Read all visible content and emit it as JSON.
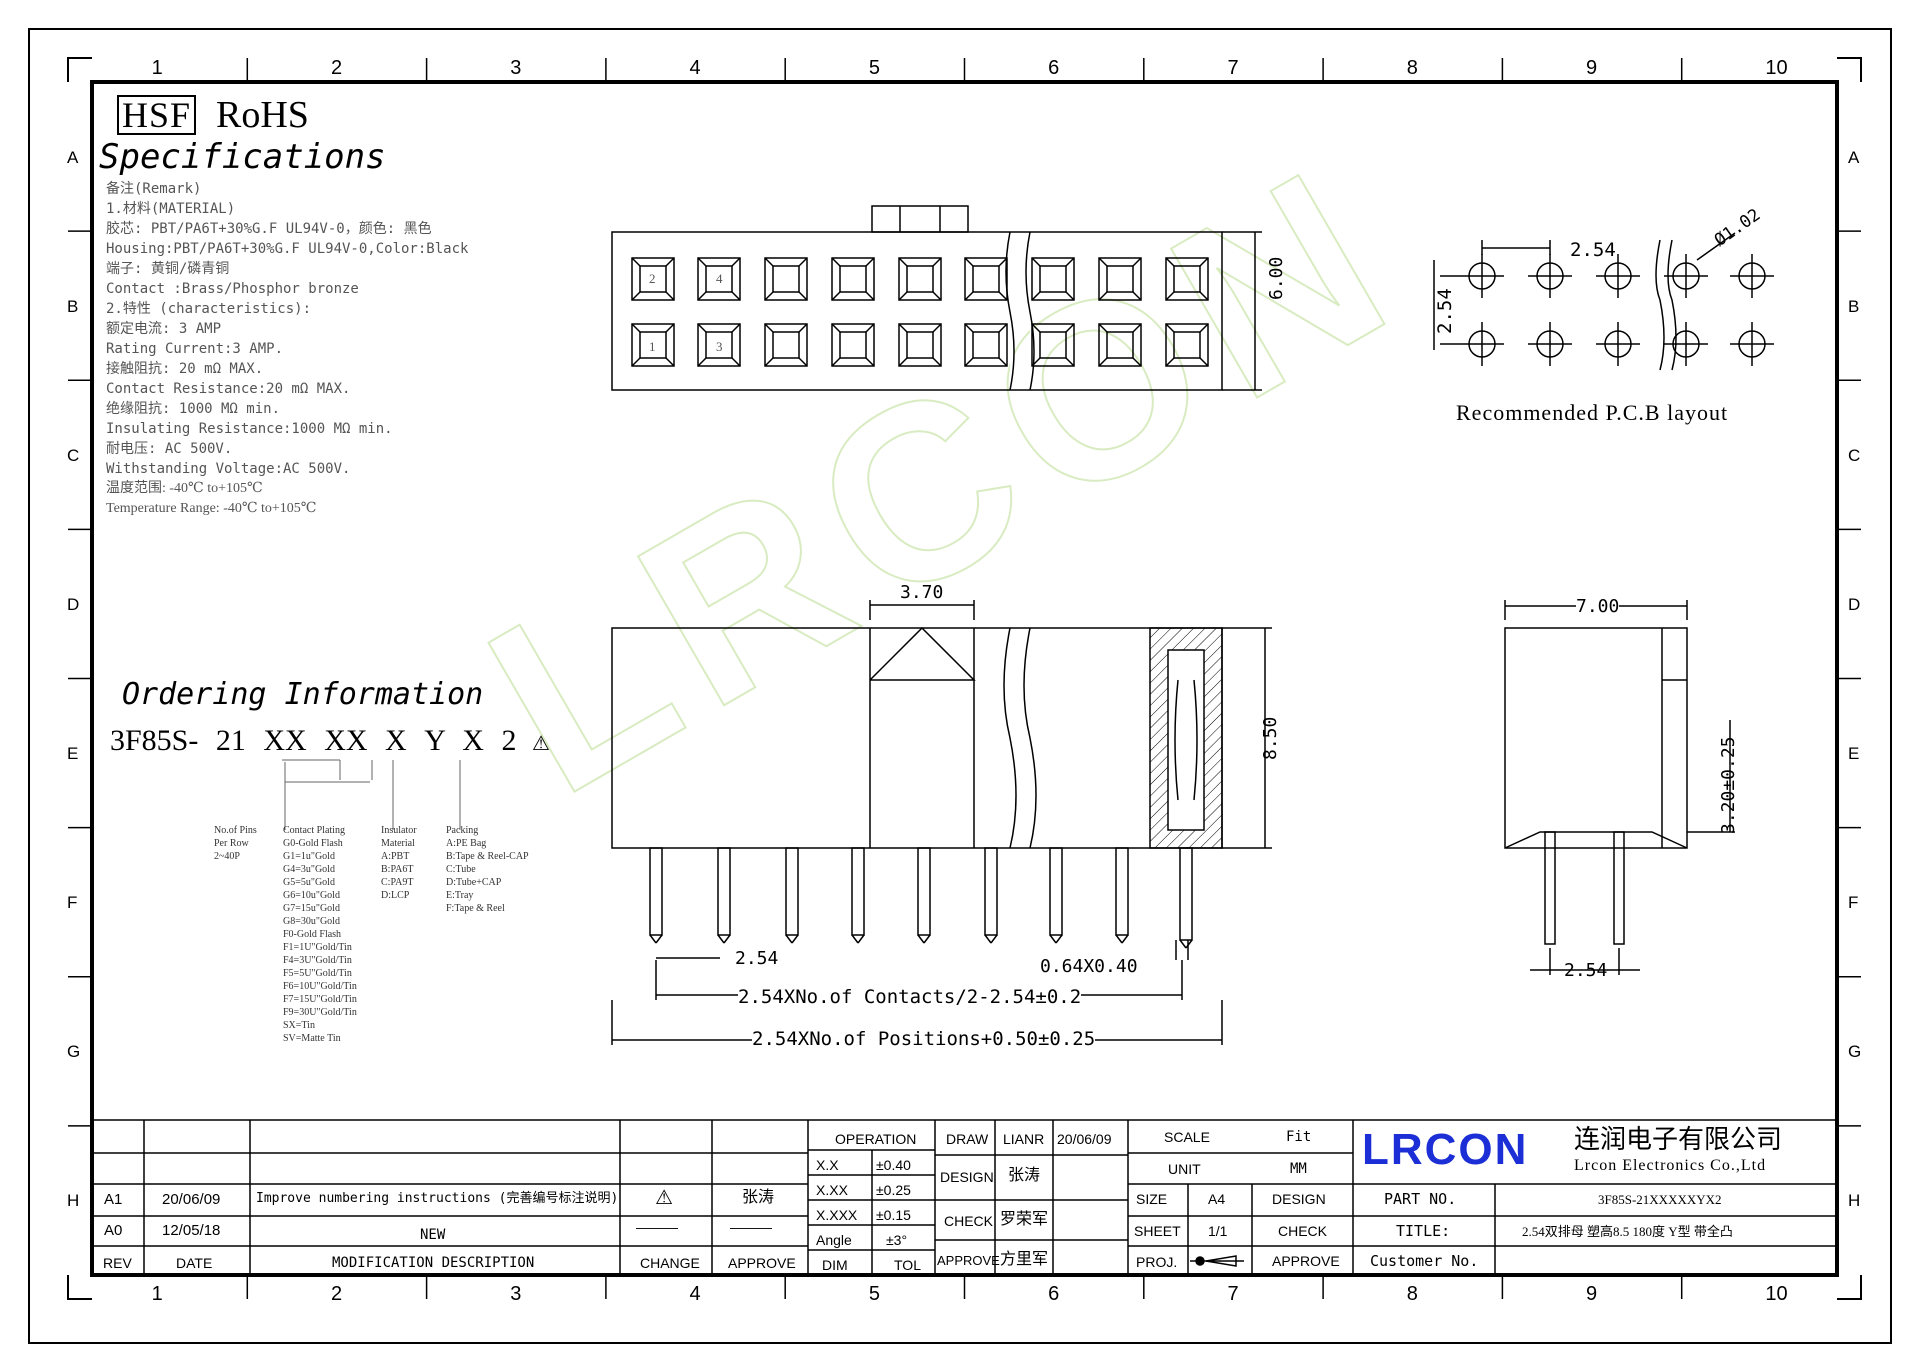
{
  "header": {
    "hsf": "HSF",
    "rohs": "RoHS",
    "title": "Specifications"
  },
  "grid": {
    "columns": [
      "1",
      "2",
      "3",
      "4",
      "5",
      "6",
      "7",
      "8",
      "9",
      "10"
    ],
    "rows": [
      "A",
      "B",
      "C",
      "D",
      "E",
      "F",
      "G",
      "H"
    ]
  },
  "specs": [
    "备注(Remark)",
    "1.材料(MATERIAL)",
    "胶芯: PBT/PA6T+30%G.F UL94V-0，颜色: 黑色",
    "Housing:PBT/PA6T+30%G.F UL94V-0,Color:Black",
    "端子: 黄铜/磷青铜",
    "Contact :Brass/Phosphor bronze",
    "2.特性 (characteristics):",
    "额定电流: 3 AMP",
    "Rating Current:3 AMP.",
    "接触阻抗: 20 mΩ MAX.",
    "Contact Resistance:20 mΩ MAX.",
    "绝缘阻抗: 1000 MΩ min.",
    "Insulating Resistance:1000 MΩ min.",
    "耐电压: AC 500V.",
    "Withstanding Voltage:AC 500V.",
    "温度范围: -40℃ to+105℃",
    "Temperature Range: -40℃ to+105℃"
  ],
  "ordering": {
    "title": "Ordering Information",
    "code_prefix": "3F85S-",
    "code_parts": [
      "21",
      "XX",
      "XX",
      "X",
      "Y",
      "X",
      "2"
    ],
    "pins_title": "No.of Pins\nPer Row\n2~40P",
    "plating_title": "Contact Plating\nG0-Gold Flash\nG1=1u\"Gold\nG4=3u\"Gold\nG5=5u\"Gold\nG6=10u\"Gold\nG7=15u\"Gold\nG8=30u\"Gold\nF0-Gold Flash\nF1=1U\"Gold/Tin\nF4=3U\"Gold/Tin\nF5=5U\"Gold/Tin\nF6=10U\"Gold/Tin\nF7=15U\"Gold/Tin\nF9=30U\"Gold/Tin\nSX=Tin\nSV=Matte Tin",
    "insulator_title": "Insulator\nMaterial\nA:PBT\nB:PA6T\nC:PA9T\nD:LCP",
    "packing_title": "Packing\nA:PE Bag\nB:Tape & Reel-CAP\nC:Tube\nD:Tube+CAP\nE:Tray\nF:Tape & Reel"
  },
  "drawing": {
    "pin_labels": [
      "2",
      "4",
      "1",
      "3"
    ],
    "dims": {
      "height_top": "6.00",
      "pitch_pcb": "2.54",
      "hole_dia": "Ø1.02",
      "pcb_label": "Recommended P.C.B layout",
      "d370": "3.70",
      "d850": "8.50",
      "d254_front": "2.54",
      "d064": "0.64X0.40",
      "contacts": "2.54XNo.of Contacts/2-2.54±0.2",
      "positions": "2.54XNo.of Positions+0.50±0.25",
      "d700": "7.00",
      "d320": "3.20±0.25",
      "d254_side": "2.54"
    },
    "watermark": "LRCON"
  },
  "title_block": {
    "rev_rows": [
      {
        "rev": "A1",
        "date": "20/06/09",
        "desc": "Improve numbering instructions (完善编号标注说明)",
        "change": "⚠",
        "approve": "张涛"
      },
      {
        "rev": "A0",
        "date": "12/05/18",
        "desc": "NEW",
        "change": "———",
        "approve": "———"
      }
    ],
    "headers": {
      "rev": "REV",
      "date": "DATE",
      "desc": "MODIFICATION DESCRIPTION",
      "change": "CHANGE",
      "approve": "APPROVE"
    },
    "operation": "OPERATION",
    "tol": [
      {
        "dim": "X.X",
        "val": "±0.40"
      },
      {
        "dim": "X.XX",
        "val": "±0.25"
      },
      {
        "dim": "X.XXX",
        "val": "±0.15"
      },
      {
        "dim": "Angle",
        "val": "±3°"
      }
    ],
    "dim_label": "DIM",
    "tol_label": "TOL",
    "draw": "DRAW",
    "draw_name": "LIANR",
    "draw_date": "20/06/09",
    "design": "DESIGN",
    "design_name": "张涛",
    "check": "CHECK",
    "check_name": "罗荣军",
    "approve": "APPROVE",
    "approve_name": "方里军",
    "scale": "SCALE",
    "scale_val": "Fit",
    "unit": "UNIT",
    "unit_val": "MM",
    "size": "SIZE",
    "size_val": "A4",
    "sheet": "SHEET",
    "sheet_val": "1/1",
    "proj": "PROJ.",
    "design2": "DESIGN",
    "check2": "CHECK",
    "approve2": "APPROVE",
    "logo": "LRCON",
    "company_cn": "连润电子有限公司",
    "company_en": "Lrcon Electronics Co.,Ltd",
    "part_no_label": "PART NO.",
    "part_no": "3F85S-21XXXXXYX2",
    "title_label": "TITLE:",
    "title_val": "2.54双排母 塑高8.5 180度 Y型 带全凸",
    "customer": "Customer No."
  },
  "colors": {
    "line": "#000000",
    "watermark": "#d9ecc0",
    "logo": "#1c2fd6"
  }
}
